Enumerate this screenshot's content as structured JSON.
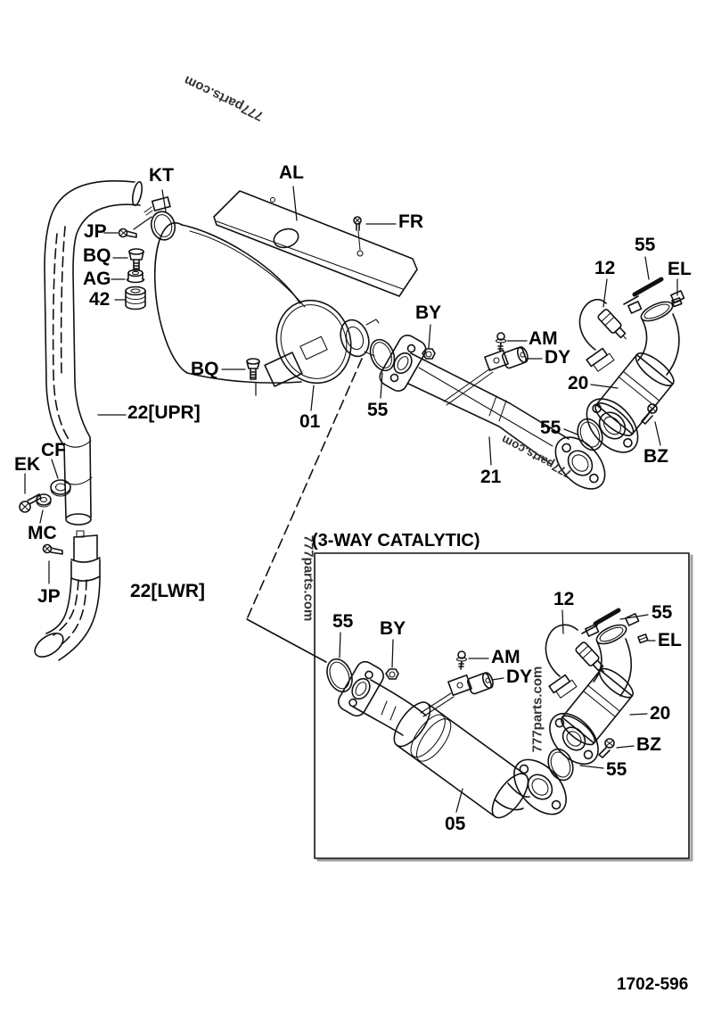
{
  "diagram": {
    "watermark": "777parts.com",
    "footer_code": "1702-596",
    "inset_title": "(3-WAY CATALYTIC)",
    "colors": {
      "line": "#111111",
      "background": "#ffffff",
      "watermark": "#333333"
    },
    "main_labels": {
      "kt": "KT",
      "al": "AL",
      "fr": "FR",
      "jp_upper": "JP",
      "bq_upper": "BQ",
      "ag": "AG",
      "grommet_42": "42",
      "bq_muffler": "BQ",
      "pipe_upper": "22[UPR]",
      "muffler_01": "01",
      "gasket_55_muffler": "55",
      "by": "BY",
      "am": "AM",
      "dy": "DY",
      "pipe_21": "21",
      "sensor_12": "12",
      "gasket_55_top": "55",
      "el": "EL",
      "catalyst_20": "20",
      "bz": "BZ",
      "gasket_55_flange": "55",
      "cf": "CF",
      "ek": "EK",
      "mc": "MC",
      "jp_lower": "JP",
      "pipe_lower": "22[LWR]"
    },
    "inset_labels": {
      "gasket_55_inlet": "55",
      "by": "BY",
      "am": "AM",
      "dy": "DY",
      "sensor_12": "12",
      "gasket_55_top": "55",
      "el": "EL",
      "catalyst_20": "20",
      "bz": "BZ",
      "gasket_55_flange": "55",
      "converter_05": "05"
    }
  }
}
